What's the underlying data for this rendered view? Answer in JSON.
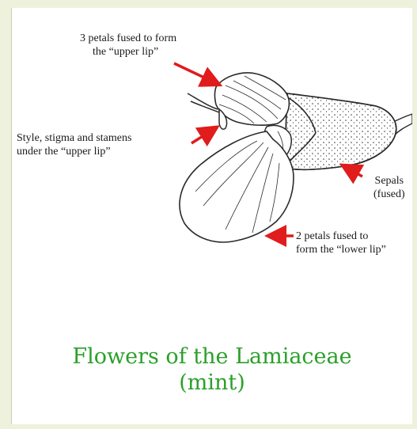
{
  "labels": {
    "upper_lip": [
      "3 petals fused to form",
      "the “upper lip”"
    ],
    "style": [
      "Style, stigma and stamens",
      "under the “upper lip”"
    ],
    "sepals": [
      "Sepals",
      "(fused)"
    ],
    "lower_lip": [
      "2 petals fused to",
      "form the “lower lip”"
    ]
  },
  "title": [
    "Flowers of the Lamiaceae",
    "(mint)"
  ],
  "colors": {
    "arrow": "#e01c1c",
    "title": "#2aa02a",
    "ink": "#2a2a2a",
    "background": "#eef2dc"
  }
}
